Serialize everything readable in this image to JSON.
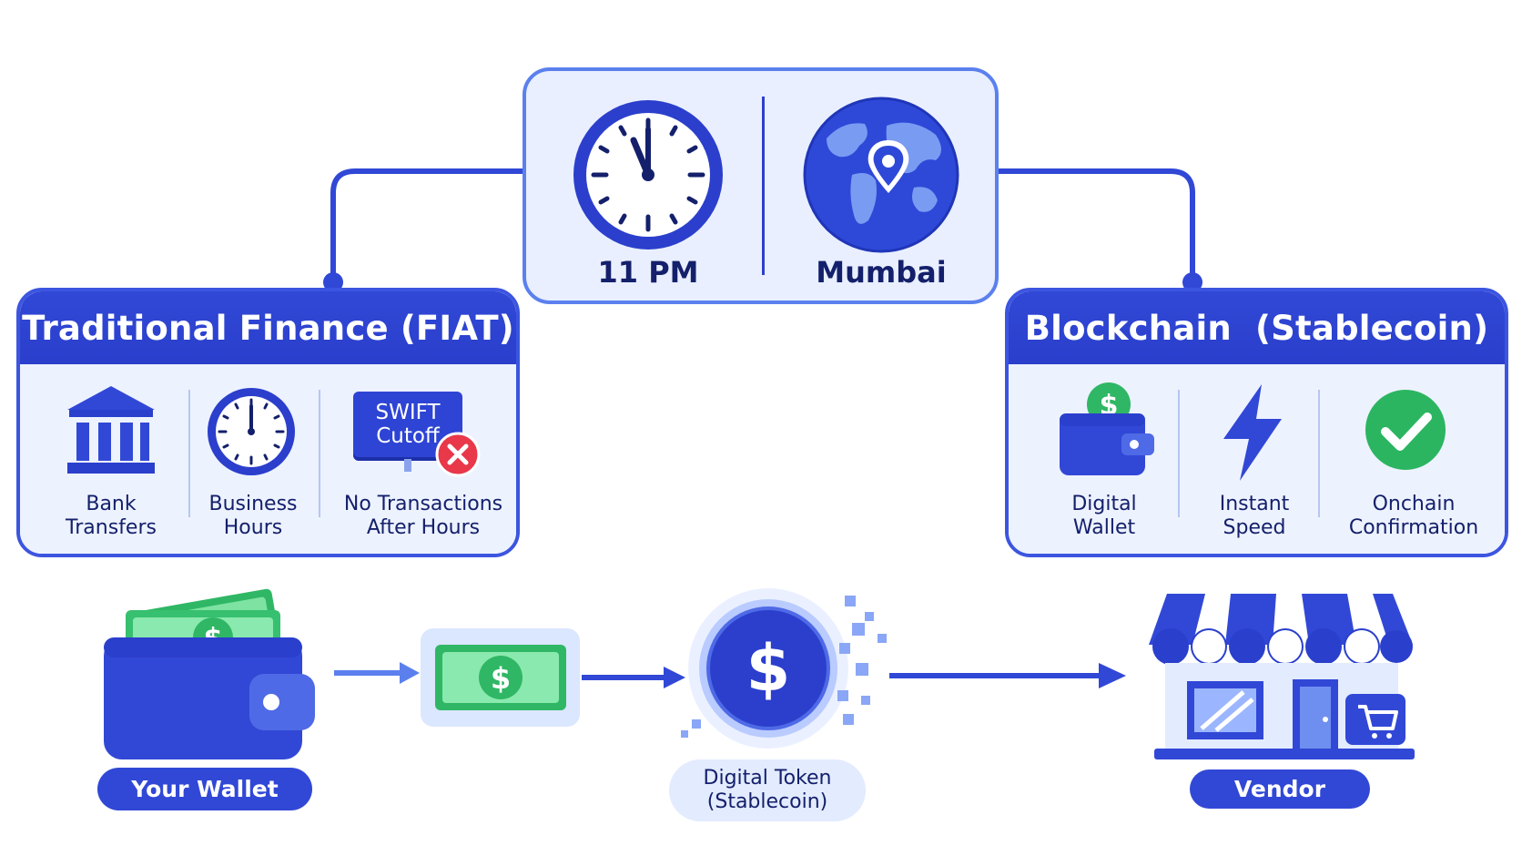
{
  "center": {
    "time": "11 PM",
    "location": "Mumbai"
  },
  "fiat_panel": {
    "title": "Traditional Finance (FIAT)",
    "items": [
      {
        "icon": "bank-icon",
        "label_line1": "Bank",
        "label_line2": "Transfers"
      },
      {
        "icon": "clock-icon",
        "label_line1": "Business",
        "label_line2": "Hours"
      },
      {
        "icon": "swift-sign-icon",
        "sign_line1": "SWIFT",
        "sign_line2": "Cutoff",
        "label_line1": "No Transactions",
        "label_line2": "After Hours"
      }
    ]
  },
  "blockchain_panel": {
    "title": "Blockchain  (Stablecoin)",
    "items": [
      {
        "icon": "wallet-icon",
        "label_line1": "Digital",
        "label_line2": "Wallet"
      },
      {
        "icon": "lightning-icon",
        "label_line1": "Instant",
        "label_line2": "Speed"
      },
      {
        "icon": "checkmark-icon",
        "label_line1": "Onchain",
        "label_line2": "Confirmation"
      }
    ]
  },
  "flow": {
    "wallet_label": "Your Wallet",
    "token_line1": "Digital Token",
    "token_line2": "(Stablecoin)",
    "vendor_label": "Vendor",
    "currency_symbol": "$"
  },
  "colors": {
    "primary": "#3148d6",
    "accent_blue": "#5b80ee",
    "money_green": "#2fb765",
    "error_red": "#e8384a",
    "success_green": "#2bb560",
    "light_fill": "#edf2ff"
  }
}
